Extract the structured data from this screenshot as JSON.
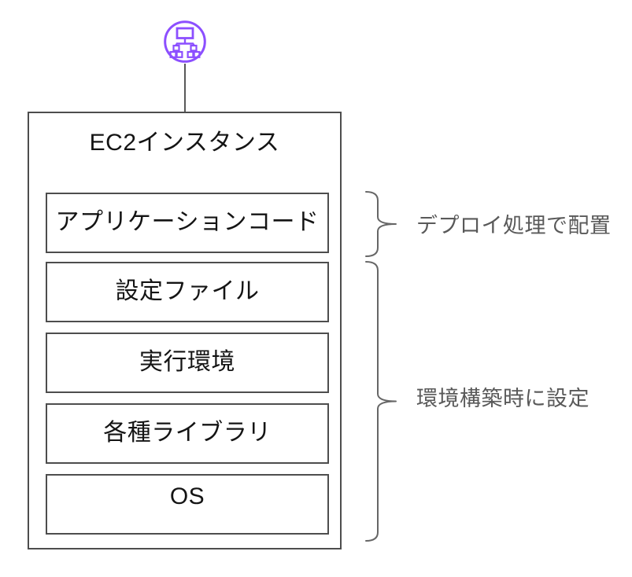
{
  "diagram": {
    "icon": {
      "name": "network-tree-icon",
      "color": "#8C4FFF"
    },
    "container": {
      "title": "EC2インスタンス"
    },
    "layers": [
      {
        "label": "アプリケーションコード"
      },
      {
        "label": "設定ファイル"
      },
      {
        "label": "実行環境"
      },
      {
        "label": "各種ライブラリ"
      },
      {
        "label": "OS"
      }
    ],
    "annotations": [
      {
        "label": "デプロイ処理で配置",
        "applies_to": [
          "アプリケーションコード"
        ]
      },
      {
        "label": "環境構築時に設定",
        "applies_to": [
          "設定ファイル",
          "実行環境",
          "各種ライブラリ",
          "OS"
        ]
      }
    ],
    "colors": {
      "background": "#ffffff",
      "box_border": "#4d4d4d",
      "box_text": "#141414",
      "brace_stroke": "#666666",
      "annotation_text": "#595959",
      "accent_purple": "#8C4FFF"
    }
  }
}
